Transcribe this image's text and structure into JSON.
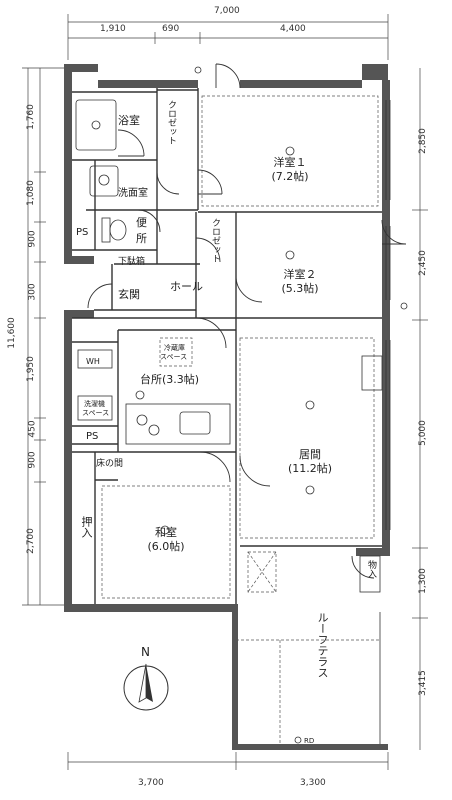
{
  "dimensions": {
    "top_total": "7,000",
    "top_parts": [
      "1,910",
      "690",
      "4,400"
    ],
    "bottom_parts": [
      "3,700",
      "3,300"
    ],
    "left_total": "11,600",
    "left_parts": [
      "1,760",
      "1,080",
      "900",
      "300",
      "1,950",
      "450",
      "900",
      "2,700"
    ],
    "right_parts": [
      "2,850",
      "2,450",
      "5,000",
      "1,300",
      "3,415"
    ]
  },
  "rooms": {
    "bath": "浴室",
    "closet1": "クロゼット",
    "western1_name": "洋室１",
    "western1_size": "(7.2帖)",
    "washroom": "洗面室",
    "toilet_a": "便",
    "toilet_b": "所",
    "ps_top": "PS",
    "closet2": "クロゼット",
    "western2_name": "洋室２",
    "western2_size": "(5.3帖)",
    "shoe_box": "下駄箱",
    "entrance": "玄関",
    "hall": "ホール",
    "fridge_a": "冷蔵庫",
    "fridge_b": "スペース",
    "wh": "WH",
    "kitchen": "台所(3.3帖)",
    "washer_a": "洗濯機",
    "washer_b": "スペース",
    "ps_mid": "PS",
    "living_name": "居間",
    "living_size": "(11.2帖)",
    "alcove": "床の間",
    "oshiire": "押入",
    "japanese_name": "和室",
    "japanese_size": "(6.0帖)",
    "storage": "物入",
    "roof_terrace": "ルーフテラス",
    "rd": "RD",
    "compass": "N"
  }
}
